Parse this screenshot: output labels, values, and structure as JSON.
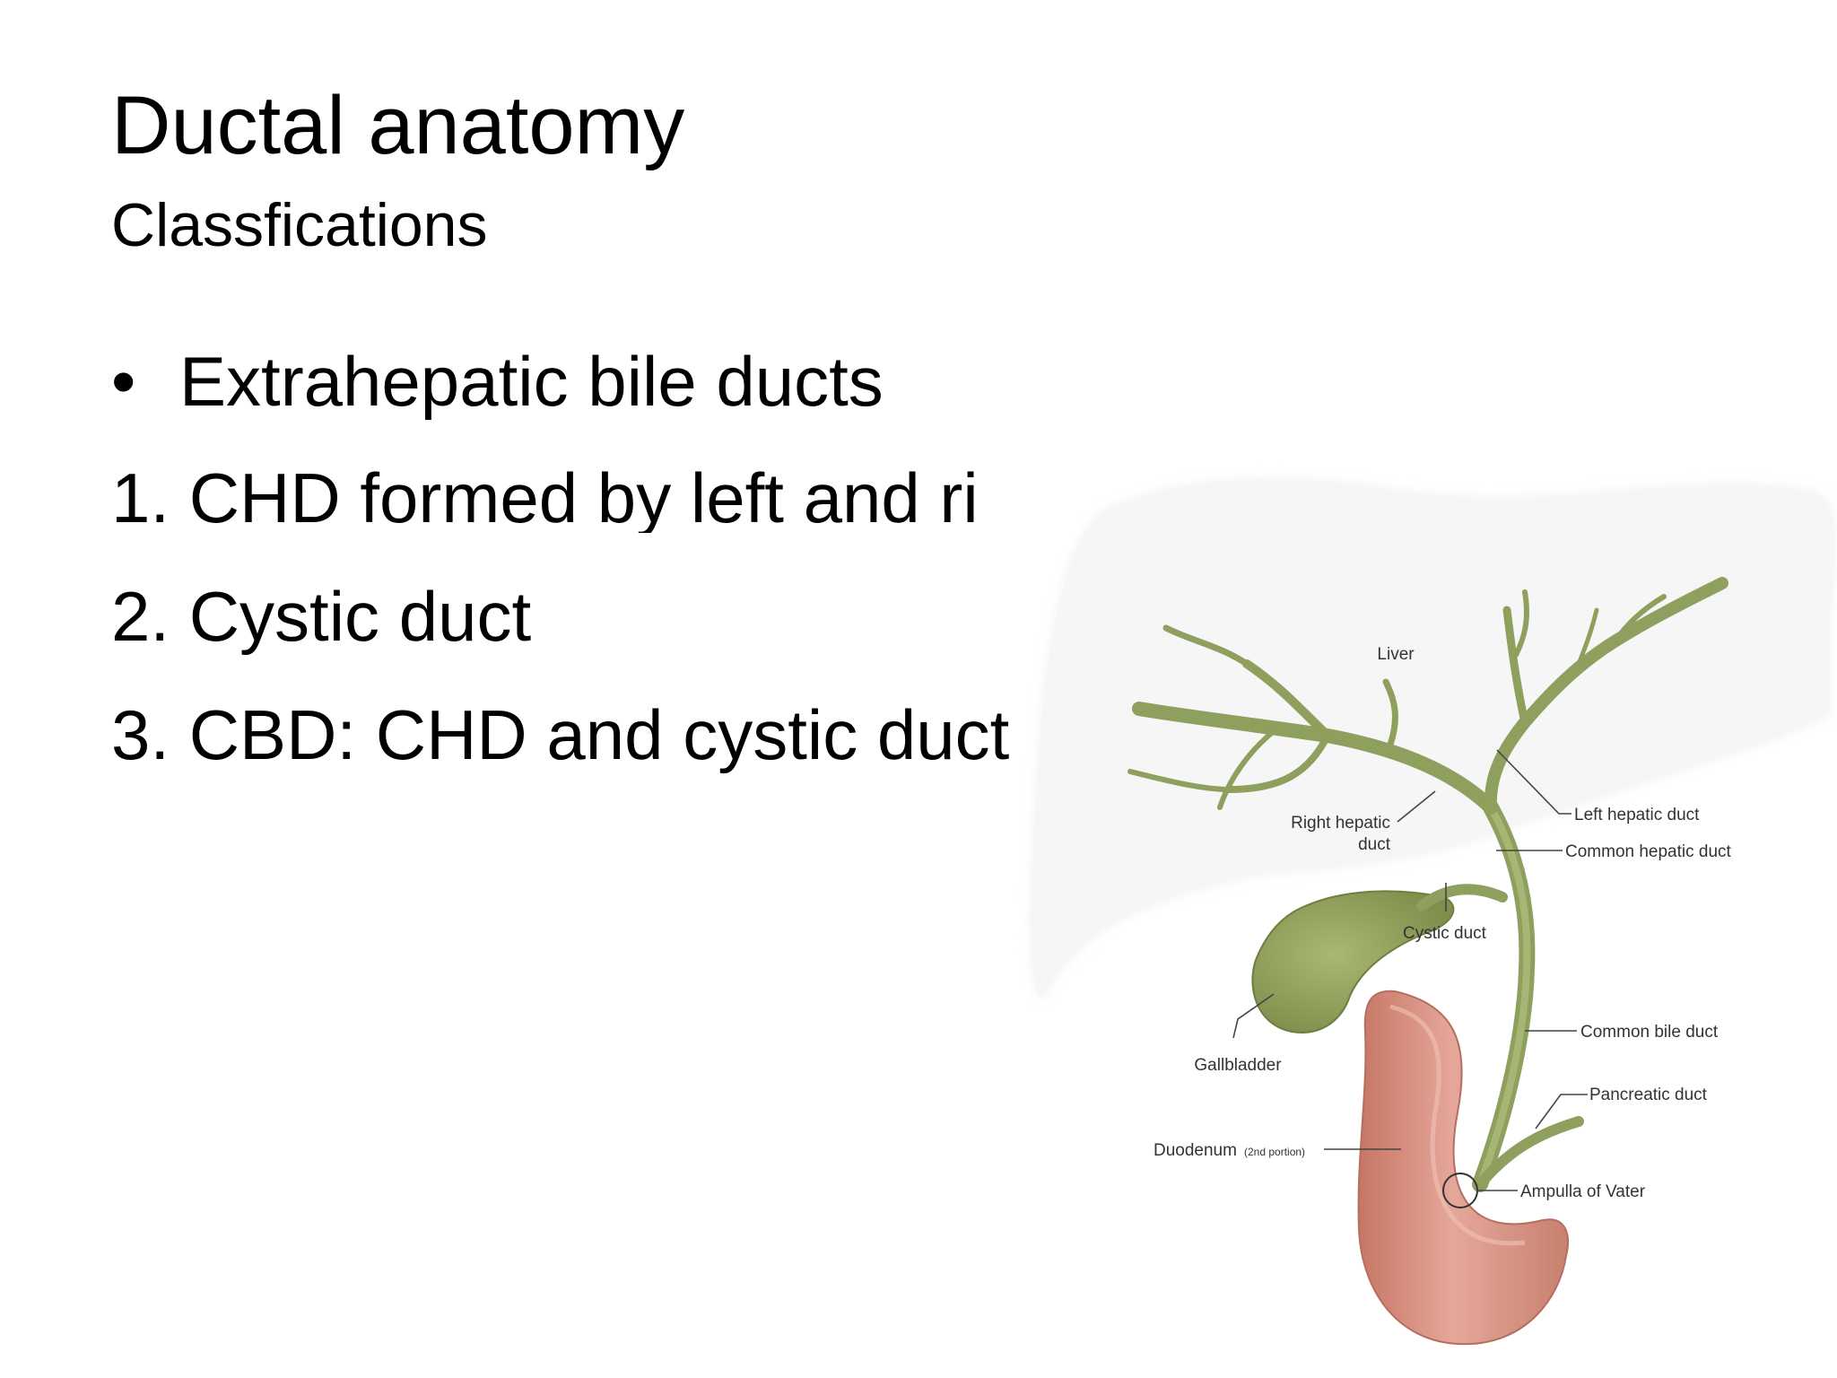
{
  "slide": {
    "title": "Ductal anatomy",
    "subtitle": "Classfications",
    "bullet_symbol": "•",
    "bullet_text": "Extrahepatic bile ducts",
    "numbered_items": [
      "1. CHD formed by left and ri",
      "2. Cystic duct",
      "3. CBD: CHD and cystic duct"
    ]
  },
  "figure": {
    "labels": {
      "liver": "Liver",
      "right_hepatic_1": "Right hepatic",
      "right_hepatic_2": "duct",
      "left_hepatic": "Left hepatic duct",
      "common_hepatic": "Common hepatic duct",
      "cystic": "Cystic duct",
      "gallbladder": "Gallbladder",
      "common_bile": "Common bile duct",
      "pancreatic": "Pancreatic duct",
      "duodenum": "Duodenum",
      "duodenum_note": "(2nd portion)",
      "ampulla": "Ampulla of Vater"
    },
    "colors": {
      "liver": "#efefef",
      "duct": "#9aaa6c",
      "gallbladder": "#96a65e",
      "duodenum": "#d58f80",
      "label_line": "#444444"
    }
  }
}
